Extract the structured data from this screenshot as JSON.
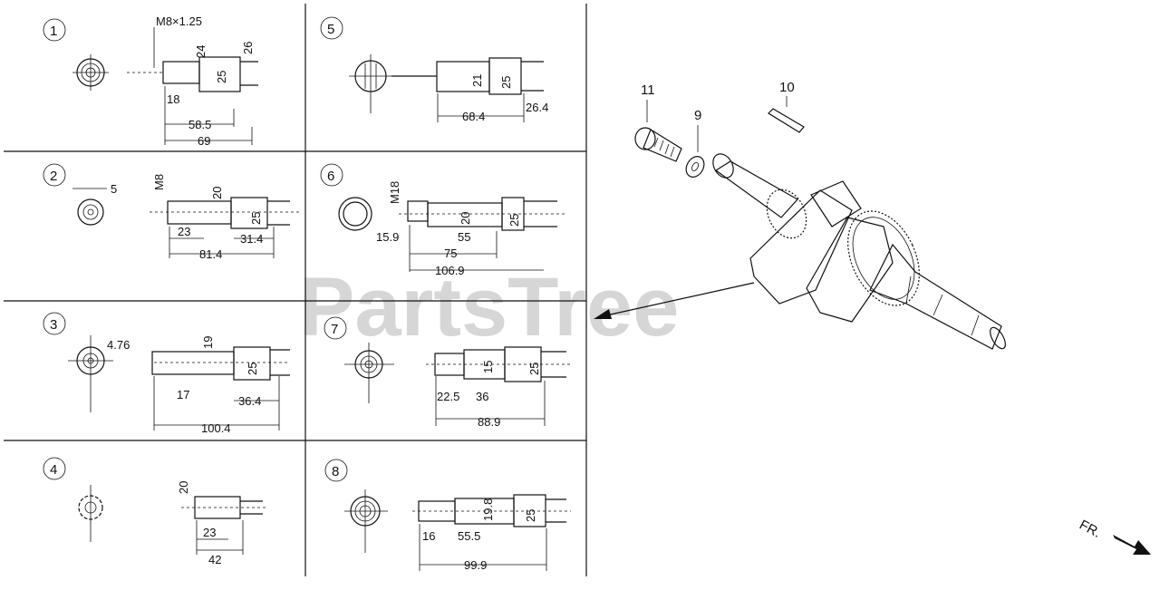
{
  "watermark": "PartsTree",
  "panels": [
    {
      "num": "1",
      "dims": [
        "M8×1.25",
        "24",
        "26",
        "25",
        "18",
        "58.5",
        "69"
      ]
    },
    {
      "num": "2",
      "dims": [
        "5",
        "M8",
        "20",
        "25",
        "23",
        "31.4",
        "81.4"
      ]
    },
    {
      "num": "3",
      "dims": [
        "4.76",
        "19",
        "25",
        "17",
        "36.4",
        "100.4"
      ]
    },
    {
      "num": "4",
      "dims": [
        "20",
        "23",
        "42"
      ]
    },
    {
      "num": "5",
      "dims": [
        "21",
        "25",
        "68.4",
        "26.4"
      ]
    },
    {
      "num": "6",
      "dims": [
        "M18",
        "20",
        "25",
        "15.9",
        "55",
        "75",
        "106.9"
      ]
    },
    {
      "num": "7",
      "dims": [
        "15",
        "25",
        "22.5",
        "36",
        "88.9"
      ]
    },
    {
      "num": "8",
      "dims": [
        "19.8",
        "25",
        "16",
        "55.5",
        "99.9"
      ]
    }
  ],
  "callouts": [
    "11",
    "9",
    "10"
  ],
  "direction": "FR."
}
